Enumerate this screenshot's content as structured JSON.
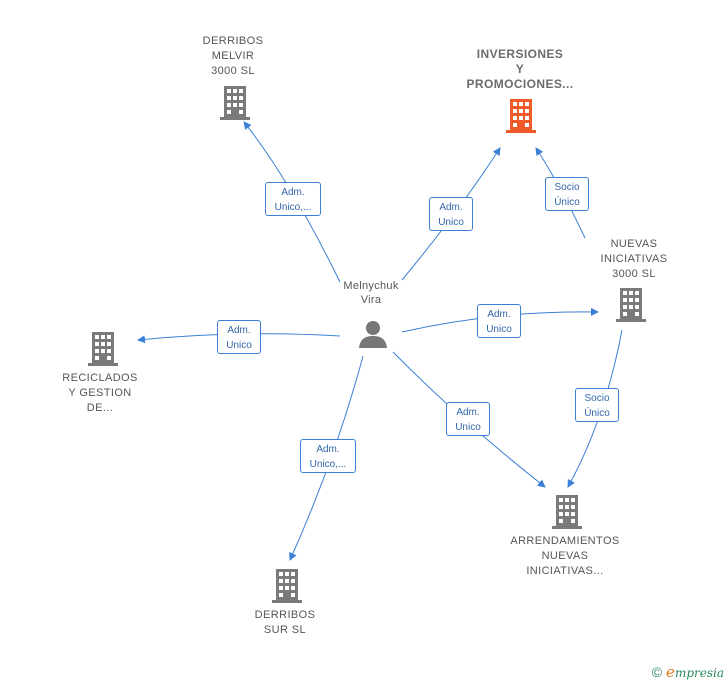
{
  "center": {
    "name": "Melnychuk\nVira"
  },
  "companies": {
    "derribos_melvir": "DERRIBOS\nMELVIR\n3000  SL",
    "inversiones": "INVERSIONES\nY\nPROMOCIONES...",
    "nuevas_iniciativas": "NUEVAS\nINICIATIVAS\n3000  SL",
    "reciclados": "RECICLADOS\nY GESTION\nDE...",
    "arrendamientos": "ARRENDAMIENTOS\nNUEVAS\nINICIATIVAS...",
    "derribos_sur": "DERRIBOS\nSUR SL"
  },
  "roles": {
    "r1": "Adm.\nUnico,...",
    "r2": "Adm.\nUnico",
    "r3": "Socio\nÚnico",
    "r4": "Adm.\nUnico",
    "r5": "Adm.\nUnico",
    "r6": "Socio\nÚnico",
    "r7": "Adm.\nUnico",
    "r8": "Adm.\nUnico,..."
  },
  "footer": {
    "copyright_symbol": "©",
    "brand_initial": "e",
    "brand_rest": "mpresia"
  },
  "colors": {
    "edge": "#3b7fd6",
    "building": "#7a7a7a",
    "building_highlight": "#f05a28",
    "person": "#777777"
  },
  "icons": {
    "company": "building-icon",
    "person": "person-icon"
  }
}
